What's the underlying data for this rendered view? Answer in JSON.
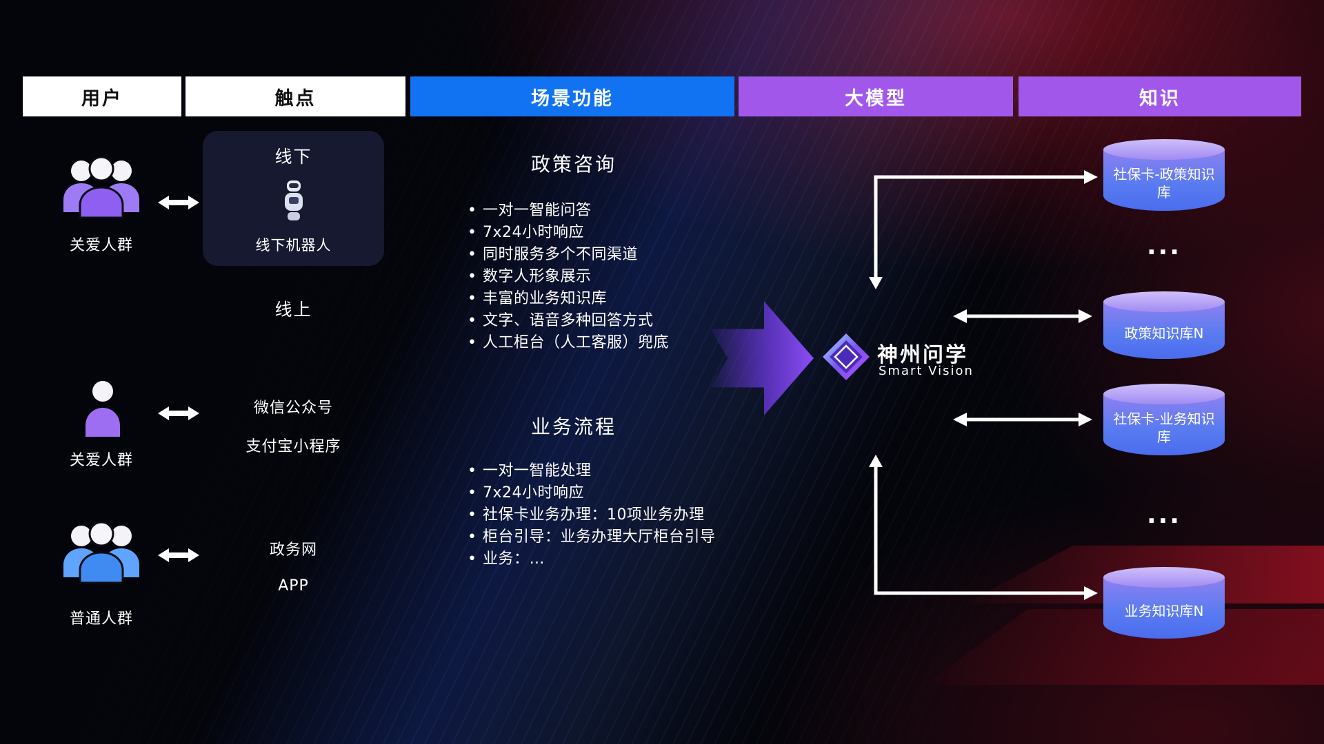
{
  "headers": [
    {
      "label": "用户"
    },
    {
      "label": "触点"
    },
    {
      "label": "场景功能"
    },
    {
      "label": "大模型"
    },
    {
      "label": "知识"
    }
  ],
  "users": [
    {
      "label": "关爱人群",
      "icon": "group-people-purple-icon"
    },
    {
      "label": "关爱人群",
      "icon": "single-person-purple-icon"
    },
    {
      "label": "普通人群",
      "icon": "group-people-blue-icon"
    }
  ],
  "touchpoints": {
    "offline": {
      "title": "线下",
      "device": "线下机器人",
      "icon": "robot-icon"
    },
    "online_title": "线上",
    "online_channels": [
      "微信公众号",
      "支付宝小程序"
    ],
    "gov_channels": [
      "政务网",
      "APP"
    ]
  },
  "scene_functions": {
    "policy": {
      "title": "政策咨询",
      "items": [
        "一对一智能问答",
        "7x24小时响应",
        "同时服务多个不同渠道",
        "数字人形象展示",
        "丰富的业务知识库",
        "文字、语音多种回答方式",
        "人工柜台（人工客服）兜底"
      ]
    },
    "business": {
      "title": "业务流程",
      "items": [
        "一对一智能处理",
        "7x24小时响应",
        "社保卡业务办理：10项业务办理",
        "柜台引导：业务办理大厅柜台引导",
        "业务：…"
      ]
    }
  },
  "model": {
    "brand": "神州问学",
    "subtitle": "Smart Vision",
    "icon": "diamond-logo-icon"
  },
  "knowledge": {
    "db1": "社保卡-政策知识库",
    "dots1": "...",
    "db2": "政策知识库N",
    "db3": "社保卡-业务知识库",
    "dots2": "...",
    "db4": "业务知识库N"
  },
  "colors": {
    "header_blue": "#1173f2",
    "header_purple": "#a158ea",
    "flow_arrow_purple": "#8a4df6",
    "db_body_blue": "#4b6cee",
    "db_top_lavender": "#a18bf2",
    "connector_white": "#ffffff",
    "background_black": "#04050b",
    "glow_red": "#8c1021"
  }
}
